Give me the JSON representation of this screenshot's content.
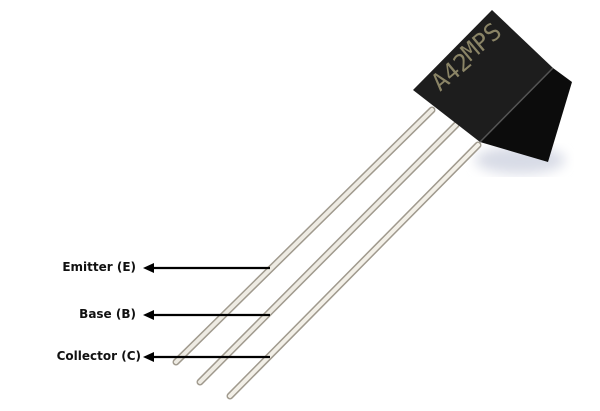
{
  "component": {
    "marking_line1": "MPS",
    "marking_line2": "A42",
    "body_color": "#1a1a1a",
    "lead_color": "#d9d4c8",
    "marking_color": "#8a8466"
  },
  "labels": [
    {
      "text": "Emitter (E)"
    },
    {
      "text": "Base (B)"
    },
    {
      "text": "Collector (C)"
    }
  ]
}
